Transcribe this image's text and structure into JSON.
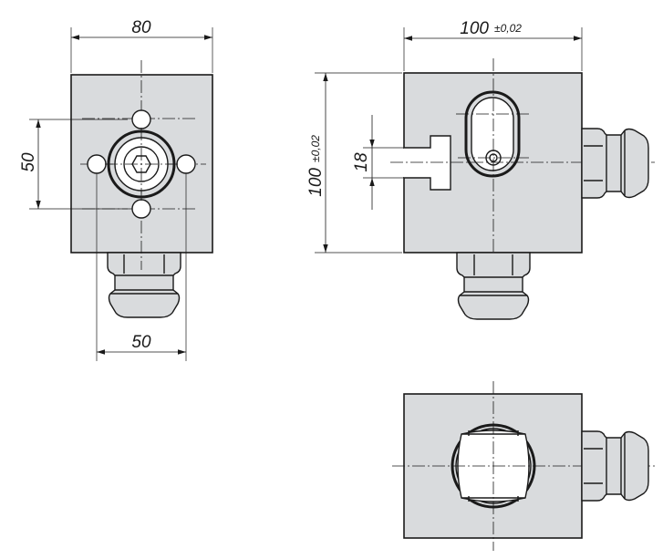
{
  "dimensions": {
    "front_width": "80",
    "front_hole_spacing": "50",
    "front_plug_width": "50",
    "side_width": "100",
    "side_width_tol": "±0,02",
    "side_height": "100",
    "side_height_tol": "±0,02",
    "slot_width": "18"
  }
}
